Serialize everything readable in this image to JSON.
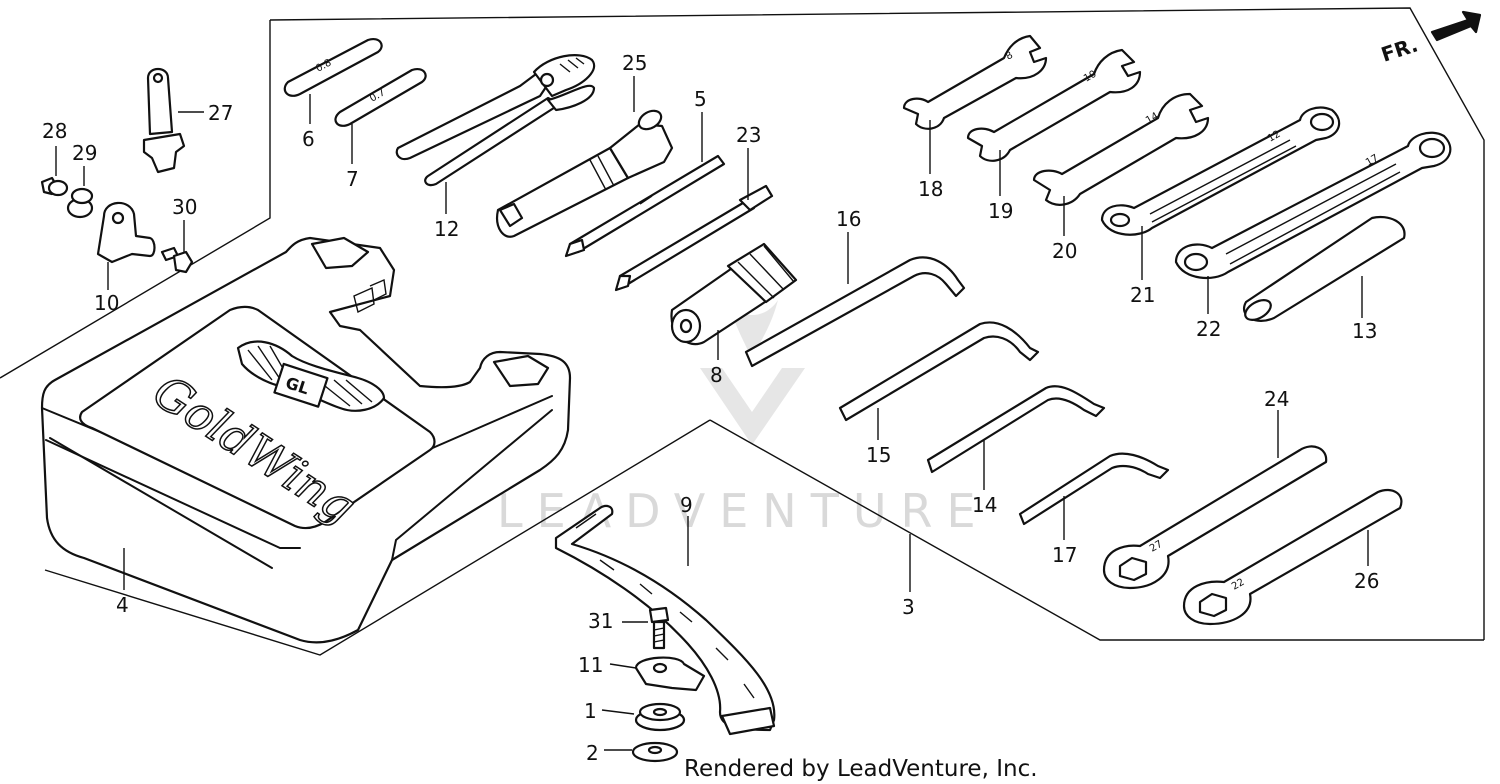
{
  "direction_label": "FR.",
  "credit": "Rendered by LeadVenture, Inc.",
  "watermark": "LEADVENTURE",
  "case_script": "GoldWing",
  "case_emblem": "GL",
  "tool_stamps": {
    "gauge_6": "0.8",
    "gauge_7": "0.7",
    "wrench_18": "8",
    "wrench_19": "10",
    "wrench_20": "14",
    "wrench_21": "12",
    "wrench_22": "17",
    "wrench_24": "27",
    "wrench_26": "22"
  },
  "callouts": {
    "c1": "1",
    "c2": "2",
    "c3": "3",
    "c4": "4",
    "c5": "5",
    "c6": "6",
    "c7": "7",
    "c8": "8",
    "c9": "9",
    "c10": "10",
    "c11": "11",
    "c12": "12",
    "c13": "13",
    "c14": "14",
    "c15": "15",
    "c16": "16",
    "c17": "17",
    "c18": "18",
    "c19": "19",
    "c20": "20",
    "c21": "21",
    "c22": "22",
    "c23": "23",
    "c24": "24",
    "c25": "25",
    "c26": "26",
    "c27": "27",
    "c28": "28",
    "c29": "29",
    "c30": "30",
    "c31": "31"
  }
}
